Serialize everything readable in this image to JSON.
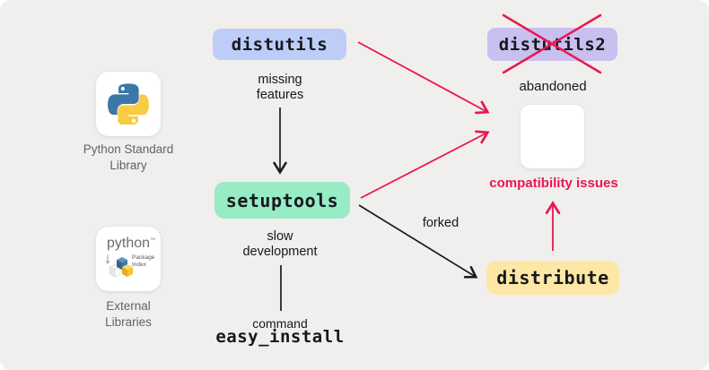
{
  "colors": {
    "background": "#f0efed",
    "red_accent": "#e8174f",
    "node_distutils_bg": "#bdcdf8",
    "node_distutils2_bg": "#c9c0f0",
    "node_setuptools_bg": "#97ebc5",
    "node_distribute_bg": "#fce7a5",
    "muted_label": "#5f6368",
    "text": "#16181c"
  },
  "sidebar": {
    "standard_library": {
      "icon": "python-logo",
      "label": "Python Standard\nLibrary"
    },
    "external_libraries": {
      "icon": "pypi-logo",
      "label": "External\nLibraries",
      "logo_word": "python",
      "logo_tm": "™",
      "logo_sub": "Package\nIndex"
    }
  },
  "nodes": {
    "distutils": {
      "label": "distutils"
    },
    "distutils2": {
      "label": "distutils2",
      "status": "crossed out"
    },
    "setuptools": {
      "label": "setuptools"
    },
    "distribute": {
      "label": "distribute"
    }
  },
  "annotations": {
    "missing_features": "missing\nfeatures",
    "abandoned": "abandoned",
    "compatibility_issues": "compatibility issues",
    "slow_development": "slow\ndevelopment",
    "forked": "forked",
    "command": "command",
    "easy_install": "easy_install"
  },
  "edges": [
    {
      "from": "distutils",
      "to": "setuptools",
      "label": "missing features",
      "color": "black",
      "style": "arrow"
    },
    {
      "from": "setuptools",
      "to": "easy_install",
      "label": "command",
      "color": "black",
      "style": "line"
    },
    {
      "from": "setuptools",
      "to": "distribute",
      "label": "forked",
      "color": "black",
      "style": "arrow"
    },
    {
      "from": "distutils",
      "to": "compatibility issues",
      "label": "",
      "color": "red",
      "style": "arrow"
    },
    {
      "from": "setuptools",
      "to": "compatibility issues",
      "label": "",
      "color": "red",
      "style": "arrow"
    },
    {
      "from": "distribute",
      "to": "compatibility issues",
      "label": "",
      "color": "red",
      "style": "arrow"
    },
    {
      "from": "distutils2",
      "to": "distutils2",
      "label": "abandoned (crossed out)",
      "color": "red",
      "style": "cross"
    }
  ]
}
